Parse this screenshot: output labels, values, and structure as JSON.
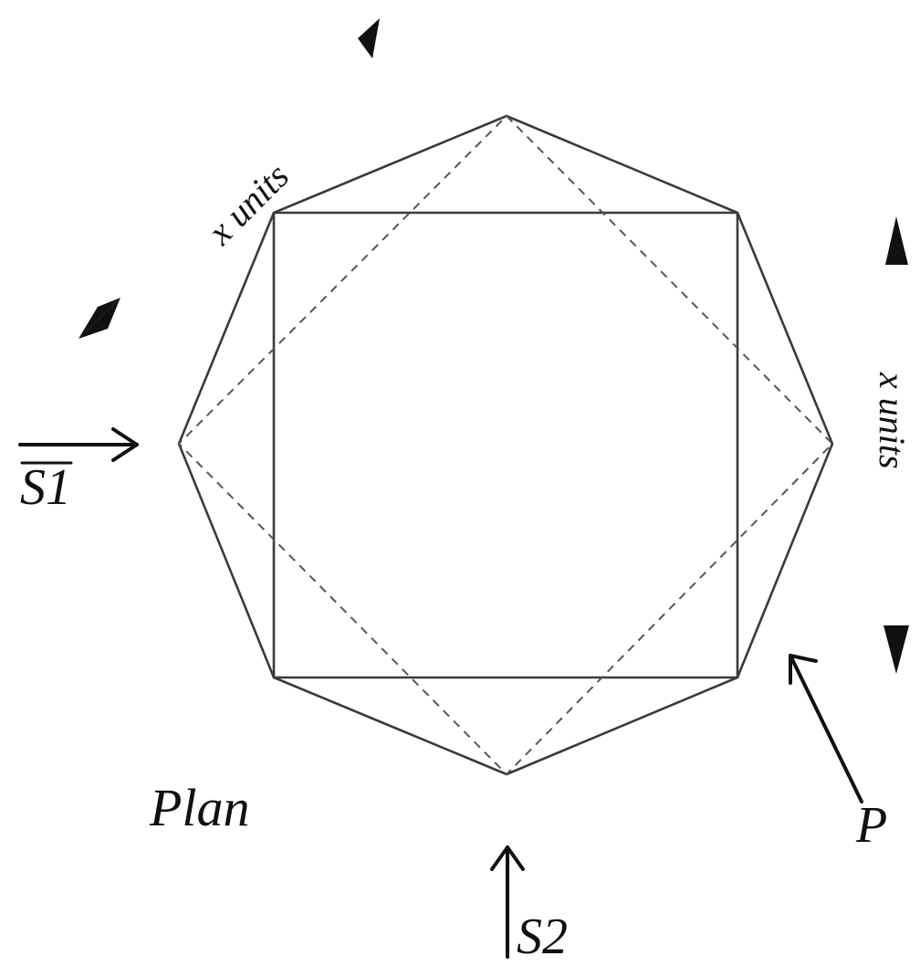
{
  "labels": {
    "s1": "S1",
    "s2": "S2",
    "p": "P",
    "plan": "Plan",
    "dim_top_left": "x units",
    "dim_right": "x units"
  },
  "colors": {
    "line": "#3a3a3a",
    "dashed": "#555555",
    "text": "#111111",
    "background": "#ffffff"
  },
  "icons": {
    "dimension_marker": "triangle-arrowhead-icon",
    "view_arrow": "arrow-icon"
  }
}
